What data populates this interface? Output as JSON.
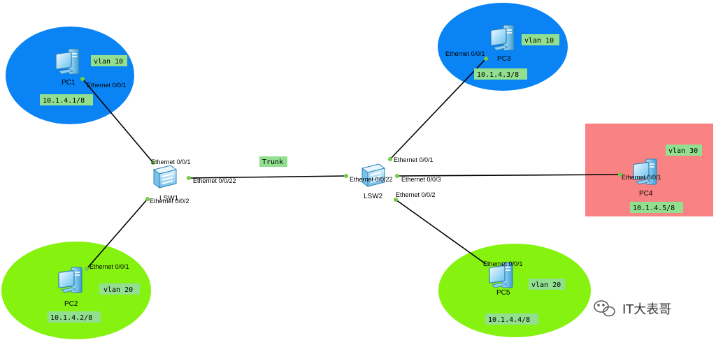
{
  "colors": {
    "vlan10_zone": "#0a84f5",
    "vlan20_zone": "#85f20f",
    "vlan30_zone": "#f98383",
    "label_bg": "#92e08f",
    "link": "#000000",
    "port_dot": "#6fcf3f"
  },
  "trunk_label": "Trunk",
  "switches": {
    "lsw1": {
      "name": "LSW1",
      "ports": {
        "e1": "Ethernet 0/0/1",
        "e2": "Ethernet 0/0/2",
        "e22": "Ethernet 0/0/22"
      }
    },
    "lsw2": {
      "name": "LSW2",
      "ports": {
        "e1": "Ethernet 0/0/1",
        "e2": "Ethernet 0/0/2",
        "e3": "Ethernet 0/0/3",
        "e22": "Ethernet 0/0/22"
      }
    }
  },
  "pcs": {
    "pc1": {
      "name": "PC1",
      "port": "Ethernet 0/0/1",
      "vlan": "vlan 10",
      "ip": "10.1.4.1/8"
    },
    "pc2": {
      "name": "PC2",
      "port": "Ethernet 0/0/1",
      "vlan": "vlan 20",
      "ip": "10.1.4.2/8"
    },
    "pc3": {
      "name": "PC3",
      "port": "Ethernet 0/0/1",
      "vlan": "vlan 10",
      "ip": "10.1.4.3/8"
    },
    "pc4": {
      "name": "PC4",
      "port": "Ethernet 0/0/1",
      "vlan": "vlan 30",
      "ip": "10.1.4.5/8"
    },
    "pc5": {
      "name": "PC5",
      "port": "Ethernet 0/0/1",
      "vlan": "vlan 20",
      "ip": "10.1.4.4/8"
    }
  },
  "watermark": {
    "text": "IT大表哥",
    "icon": "wechat-icon"
  }
}
